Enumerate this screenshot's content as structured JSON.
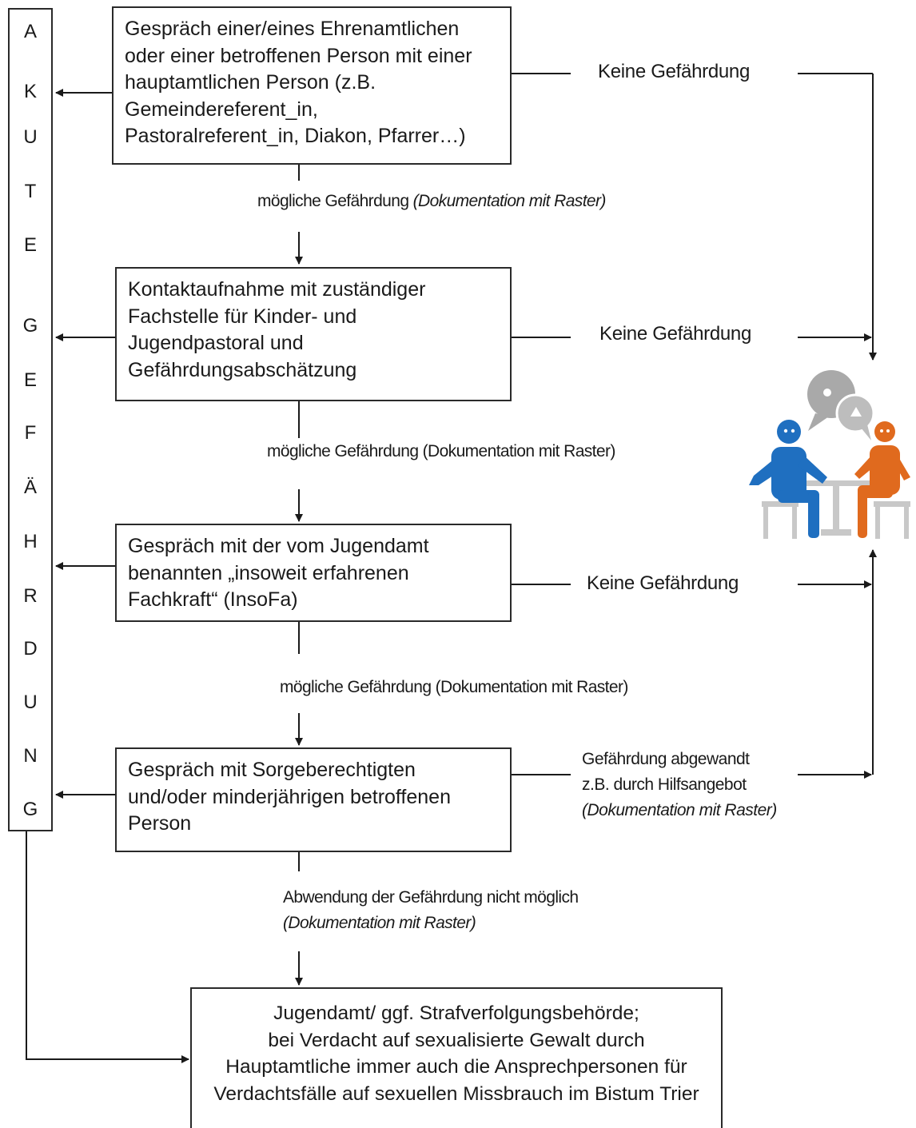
{
  "sidebar": {
    "letters": [
      "A",
      "K",
      "U",
      "T",
      "E",
      "G",
      "E",
      "F",
      "Ä",
      "H",
      "R",
      "D",
      "U",
      "N",
      "G"
    ]
  },
  "boxes": {
    "b1": [
      "Gespräch einer/eines Ehrenamtlichen",
      "oder einer betroffenen Person mit einer",
      "hauptamtlichen Person (z.B.",
      "Gemeindereferent_in,",
      "Pastoralreferent_in, Diakon, Pfarrer…)"
    ],
    "b2": [
      "Kontaktaufnahme mit zuständiger",
      "Fachstelle für Kinder- und",
      "Jugendpastoral und",
      "Gefährdungsabschätzung"
    ],
    "b3": [
      "Gespräch mit der vom Jugendamt",
      "benannten „insoweit erfahrenen",
      "Fachkraft“ (InsoFa)"
    ],
    "b4": [
      "Gespräch mit Sorgeberechtigten",
      "und/oder minderjährigen betroffenen",
      "Person"
    ],
    "b5": [
      "Jugendamt/ ggf. Strafverfolgungsbehörde;",
      "bei Verdacht auf sexualisierte Gewalt durch",
      "Hauptamtliche immer auch die Ansprechpersonen für",
      "Verdachtsfälle auf sexuellen Missbrauch im Bistum Trier"
    ]
  },
  "transitions": {
    "t1_main": "mögliche Gefährdung ",
    "t1_doc": "(Dokumentation mit Raster)",
    "t2": "mögliche Gefährdung (Dokumentation mit Raster)",
    "t3": "mögliche Gefährdung (Dokumentation mit Raster)",
    "t4_main": "Abwendung der Gefährdung nicht möglich",
    "t4_doc": "(Dokumentation mit Raster)"
  },
  "outcomes": {
    "none1": "Keine Gefährdung",
    "none2": "Keine Gefährdung",
    "none3": "Keine Gefährdung",
    "averted_line1": "Gefährdung abgewandt",
    "averted_line2": "z.B. durch Hilfsangebot",
    "averted_doc": "(Dokumentation mit Raster)"
  },
  "colors": {
    "person_left": "#1f6fc0",
    "person_right": "#e06a1e",
    "bubbles": "#a9a9a9",
    "furniture": "#c8c8c8"
  }
}
